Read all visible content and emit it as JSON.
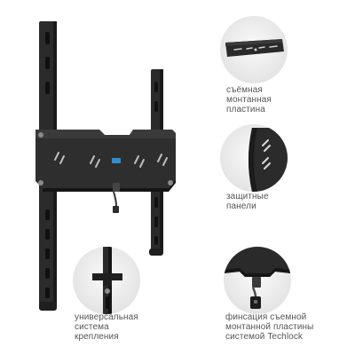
{
  "colors": {
    "metal": "#2b2b2b",
    "metal_dark": "#1a1a1a",
    "accent_logo": "#2e8fd0",
    "caption_text": "#555555",
    "detail_background": "#e6e6e6"
  },
  "callouts": [
    {
      "id": "removable-plate",
      "icon": "bracket-plate-detail",
      "lines": [
        "съёмная",
        "монтанная",
        "пластина"
      ]
    },
    {
      "id": "protective-panels",
      "icon": "side-panel-detail",
      "lines": [
        "защитные",
        "панели"
      ]
    },
    {
      "id": "universal-mount",
      "icon": "mounting-rail-detail",
      "lines": [
        "универсальная",
        "система",
        "крепления"
      ]
    },
    {
      "id": "techlock",
      "icon": "lock-mechanism-detail",
      "lines": [
        "финсация съемной",
        "монтанной пластины",
        "системой Techlock"
      ]
    }
  ]
}
